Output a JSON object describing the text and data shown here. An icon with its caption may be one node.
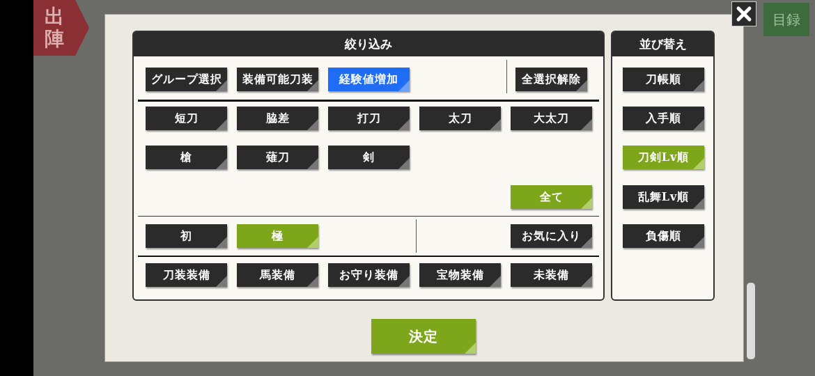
{
  "diagram": {
    "nodes": [
      {
        "text": [
          "絞り込み"
        ]
      },
      {
        "text": [
          "グループ選択"
        ],
        "in": 0
      },
      {
        "text": [
          "装備可能刀装"
        ],
        "in": 0
      },
      {
        "text": [
          "経験値増加"
        ],
        "in": 0
      },
      {
        "text": [
          "全選択解除"
        ],
        "in": 0
      },
      {
        "text": [
          "短刀"
        ],
        "in": 0
      },
      {
        "text": [
          "脇差"
        ],
        "in": 0
      },
      {
        "text": [
          "打刀"
        ],
        "in": 0
      },
      {
        "text": [
          "太刀"
        ],
        "in": 0
      },
      {
        "text": [
          "大太刀"
        ],
        "in": 0
      },
      {
        "text": [
          "槍"
        ],
        "in": 0
      },
      {
        "text": [
          "薙刀"
        ],
        "in": 0
      },
      {
        "text": [
          "剣"
        ],
        "in": 0
      },
      {
        "text": [
          "全て"
        ],
        "in": 0
      },
      {
        "text": [
          "初"
        ],
        "in": 0
      },
      {
        "text": [
          "極"
        ],
        "in": 0
      },
      {
        "text": [
          "お気に入り"
        ],
        "in": 0
      },
      {
        "text": [
          "刀装装備"
        ],
        "in": 0
      },
      {
        "text": [
          "馬装備"
        ],
        "in": 0
      },
      {
        "text": [
          "お守り装備"
        ],
        "in": 0
      },
      {
        "text": [
          "宝物装備"
        ],
        "in": 0
      },
      {
        "text": [
          "未装備"
        ],
        "in": 0
      },
      {
        "text": [
          "並び替え"
        ]
      },
      {
        "text": [
          "刀帳順"
        ],
        "in": 22
      },
      {
        "text": [
          "入手順"
        ],
        "in": 22
      },
      {
        "text": [
          "刀剣Lv順"
        ],
        "in": 22
      },
      {
        "text": [
          "乱舞Lv順"
        ],
        "in": 22
      },
      {
        "text": [
          "負傷順"
        ],
        "in": 22
      },
      {
        "text": [
          "決定"
        ]
      },
      {
        "text": [
          "出陣"
        ]
      },
      {
        "text": [
          "目録"
        ]
      }
    ]
  }
}
